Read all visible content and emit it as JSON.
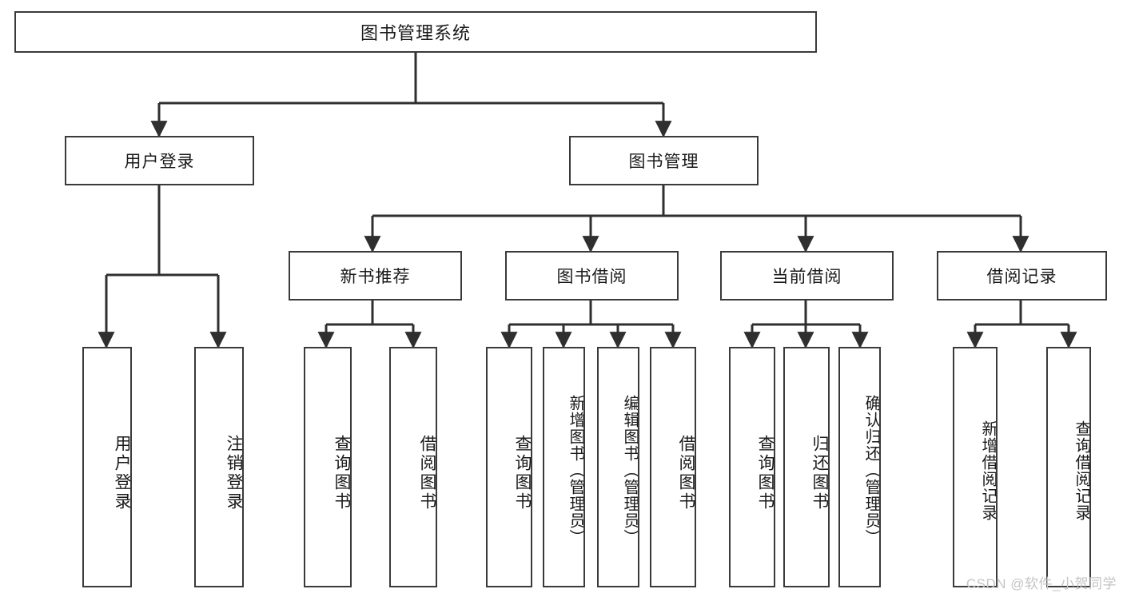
{
  "diagram": {
    "title": "图书管理系统",
    "type": "tree-hierarchy",
    "watermark": "CSDN @软件_小贺同学",
    "colors": {
      "background": "#ffffff",
      "node_border": "#3a3a3a",
      "node_fill": "#ffffff",
      "text": "#1a1a1a",
      "edge": "#2f2f2f",
      "watermark": "#c4c4c4"
    },
    "nodes": {
      "root": {
        "label": "图书管理系统",
        "orientation": "horizontal"
      },
      "level2": [
        {
          "id": "user-login",
          "label": "用户登录",
          "orientation": "horizontal"
        },
        {
          "id": "book-manage",
          "label": "图书管理",
          "orientation": "horizontal"
        }
      ],
      "level3": [
        {
          "id": "new-book-recommend",
          "label": "新书推荐",
          "orientation": "horizontal"
        },
        {
          "id": "book-borrow",
          "label": "图书借阅",
          "orientation": "horizontal"
        },
        {
          "id": "current-borrow",
          "label": "当前借阅",
          "orientation": "horizontal"
        },
        {
          "id": "borrow-record",
          "label": "借阅记录",
          "orientation": "horizontal"
        }
      ],
      "leaves": {
        "user-login": [
          {
            "id": "leaf-user-login",
            "label": "用户登录",
            "orientation": "vertical"
          },
          {
            "id": "leaf-logout",
            "label": "注销登录",
            "orientation": "vertical"
          }
        ],
        "new-book-recommend": [
          {
            "id": "leaf-query-book-1",
            "label": "查询图书",
            "orientation": "vertical"
          },
          {
            "id": "leaf-borrow-book-1",
            "label": "借阅图书",
            "orientation": "vertical"
          }
        ],
        "book-borrow": [
          {
            "id": "leaf-query-book-2",
            "label": "查询图书",
            "orientation": "vertical"
          },
          {
            "id": "leaf-add-book",
            "label": "新增图书（管理员）",
            "orientation": "vertical"
          },
          {
            "id": "leaf-edit-book",
            "label": "编辑图书（管理员）",
            "orientation": "vertical"
          },
          {
            "id": "leaf-borrow-book-2",
            "label": "借阅图书",
            "orientation": "vertical"
          }
        ],
        "current-borrow": [
          {
            "id": "leaf-query-book-3",
            "label": "查询图书",
            "orientation": "vertical"
          },
          {
            "id": "leaf-return-book",
            "label": "归还图书",
            "orientation": "vertical"
          },
          {
            "id": "leaf-confirm-return",
            "label": "确认归还（管理员）",
            "orientation": "vertical"
          }
        ],
        "borrow-record": [
          {
            "id": "leaf-add-record",
            "label": "新增借阅记录",
            "orientation": "vertical"
          },
          {
            "id": "leaf-query-record",
            "label": "查询借阅记录",
            "orientation": "vertical"
          }
        ]
      }
    }
  }
}
